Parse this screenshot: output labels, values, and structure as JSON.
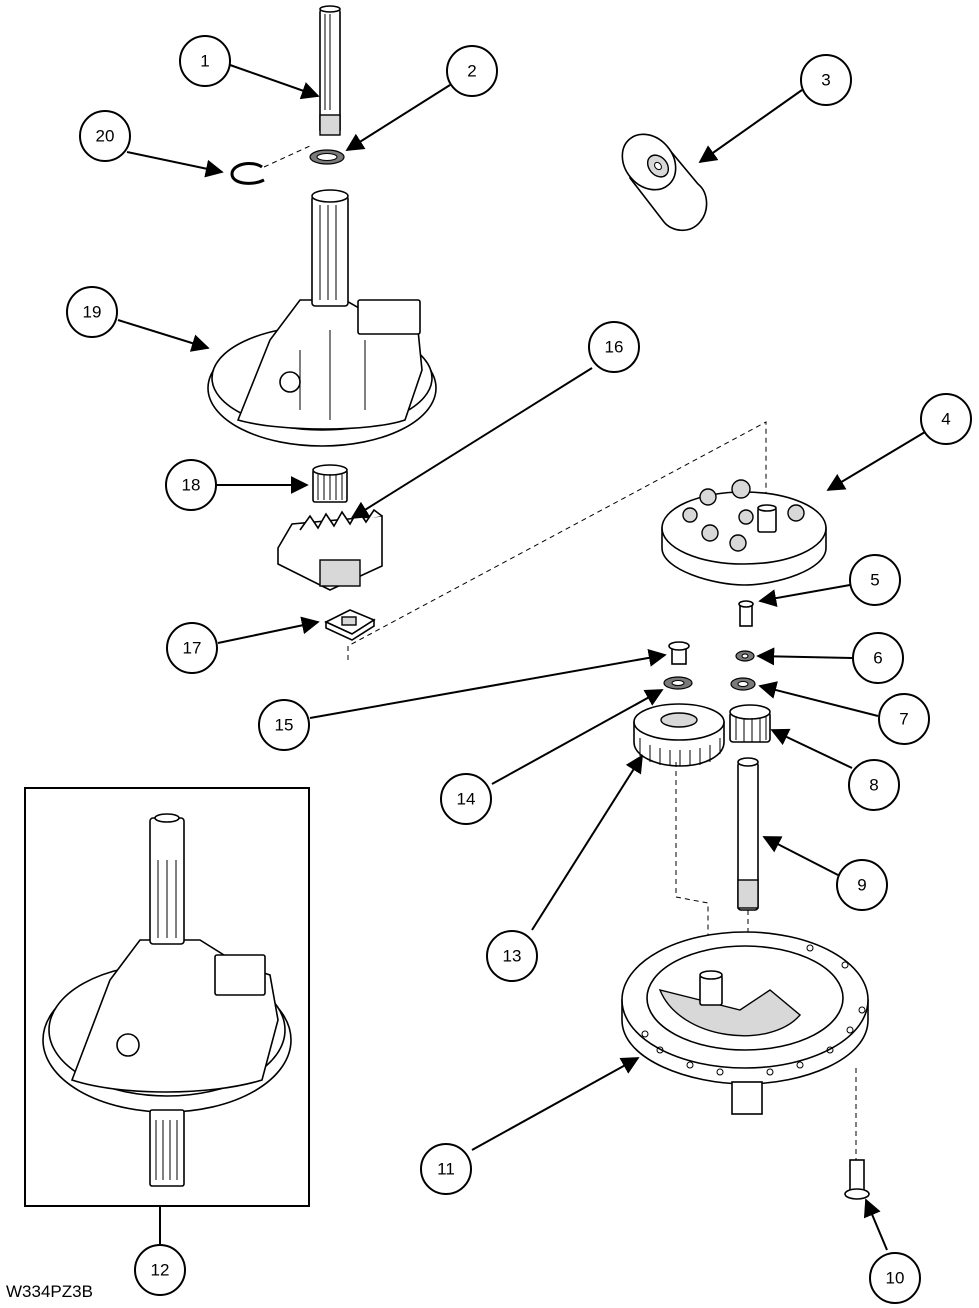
{
  "diagram_code": "W334PZ3B",
  "callouts": [
    {
      "label": "1"
    },
    {
      "label": "2"
    },
    {
      "label": "3"
    },
    {
      "label": "4"
    },
    {
      "label": "5"
    },
    {
      "label": "6"
    },
    {
      "label": "7"
    },
    {
      "label": "8"
    },
    {
      "label": "9"
    },
    {
      "label": "10"
    },
    {
      "label": "11"
    },
    {
      "label": "12"
    },
    {
      "label": "13"
    },
    {
      "label": "14"
    },
    {
      "label": "15"
    },
    {
      "label": "16"
    },
    {
      "label": "17"
    },
    {
      "label": "18"
    },
    {
      "label": "19"
    },
    {
      "label": "20"
    }
  ]
}
